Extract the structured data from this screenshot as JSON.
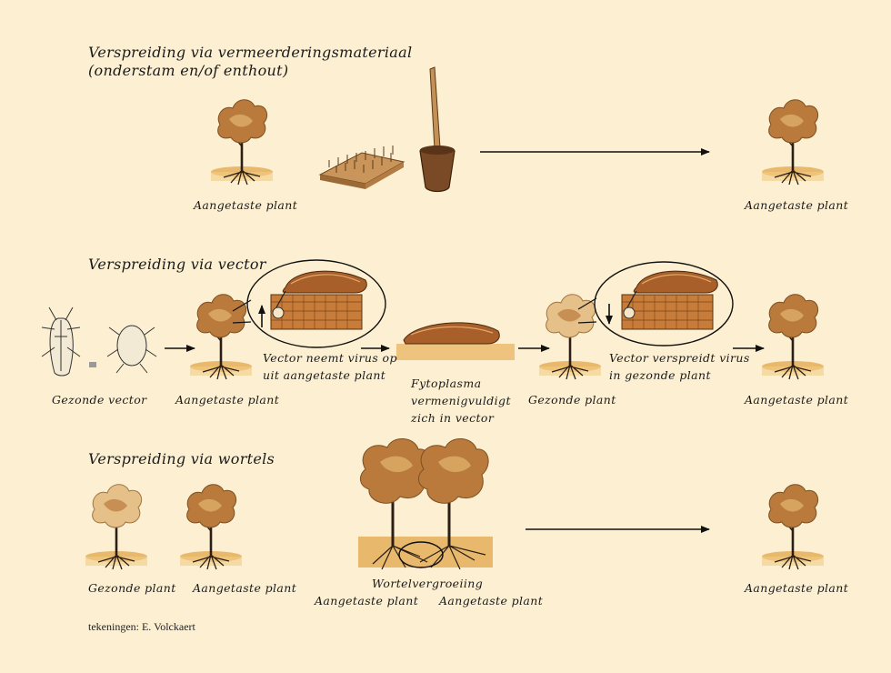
{
  "sections": {
    "propagation": {
      "heading_line1": "Verspreiding via vermeerderingsmateriaal",
      "heading_line2": "(onderstam en/of enthout)",
      "label_source": "Aangetaste plant",
      "label_result": "Aangetaste plant"
    },
    "vector": {
      "heading": "Verspreiding via vector",
      "label_vector": "Gezonde vector",
      "label_infected": "Aangetaste plant",
      "caption_uptake_1": "Vector neemt virus op",
      "caption_uptake_2": "uit aangetaste plant",
      "caption_multiply_1": "Fytoplasma",
      "caption_multiply_2": "vermenigvuldigt",
      "caption_multiply_3": "zich in vector",
      "label_healthy": "Gezonde plant",
      "caption_spread_1": "Vector verspreidt virus",
      "caption_spread_2": "in gezonde plant",
      "label_result": "Aangetaste plant"
    },
    "roots": {
      "heading": "Verspreiding via wortels",
      "label_healthy": "Gezonde plant",
      "label_infected": "Aangetaste plant",
      "caption_graft": "Wortelvergroeiing",
      "label_pair_left": "Aangetaste plant",
      "label_pair_right": "Aangetaste plant",
      "label_result": "Aangetaste plant"
    }
  },
  "credit": "tekeningen: E. Volckaert",
  "colors": {
    "background": "#fdf0d2",
    "foliage": "#b97a3c",
    "foliage_light": "#e6c089",
    "soil": "#e8b96c",
    "stem": "#2b1e14",
    "insect": "#9a5326"
  }
}
